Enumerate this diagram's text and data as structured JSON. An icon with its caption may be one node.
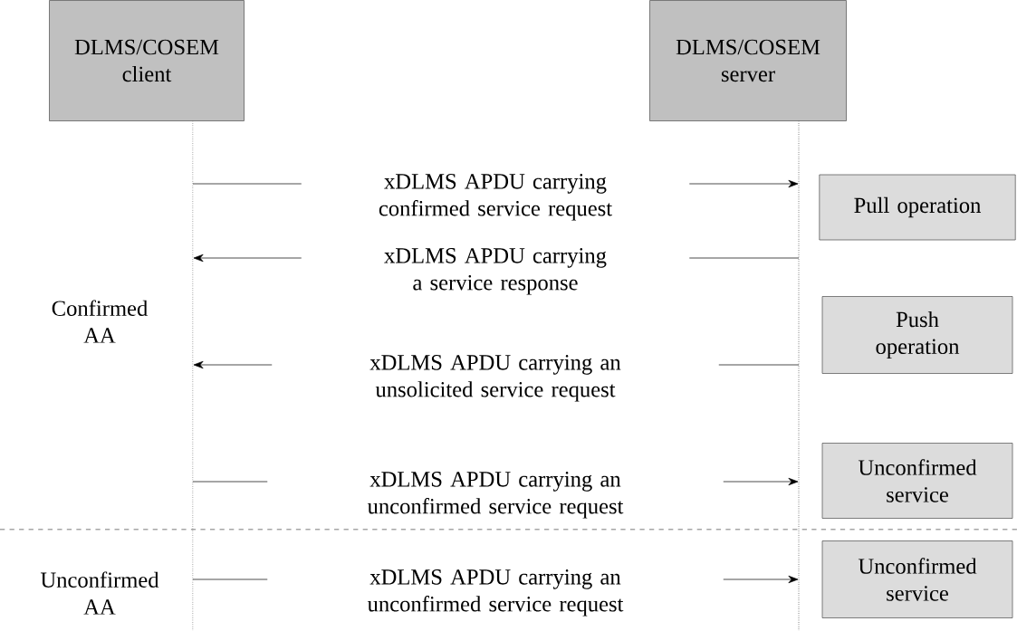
{
  "diagram": {
    "nodes": [
      {
        "text": [
          "DLMS/COSEM client"
        ]
      },
      {
        "text": [
          "DLMS/COSEM server"
        ]
      },
      {
        "text": [
          "Pull operation"
        ]
      },
      {
        "text": [
          "Push operation"
        ]
      },
      {
        "text": [
          "Unconfirmed service"
        ]
      },
      {
        "text": [
          "Unconfirmed service"
        ]
      }
    ],
    "edges": [
      {
        "from": 0,
        "to": 1,
        "arrow": "to",
        "label": "xDLMS APDU carrying confirmed service request"
      },
      {
        "from": 1,
        "to": 0,
        "arrow": "to",
        "label": "xDLMS APDU carrying a service response"
      },
      {
        "from": 1,
        "to": 0,
        "arrow": "to",
        "label": "xDLMS APDU carrying an unsolicited service request"
      },
      {
        "from": 0,
        "to": 1,
        "arrow": "to",
        "label": "xDLMS APDU carrying an unconfirmed service request"
      },
      {
        "from": 0,
        "to": 1,
        "arrow": "to",
        "label": "xDLMS APDU carrying an unconfirmed service request"
      }
    ],
    "labels": [
      "Confirmed AA",
      "Unconfirmed AA"
    ]
  }
}
